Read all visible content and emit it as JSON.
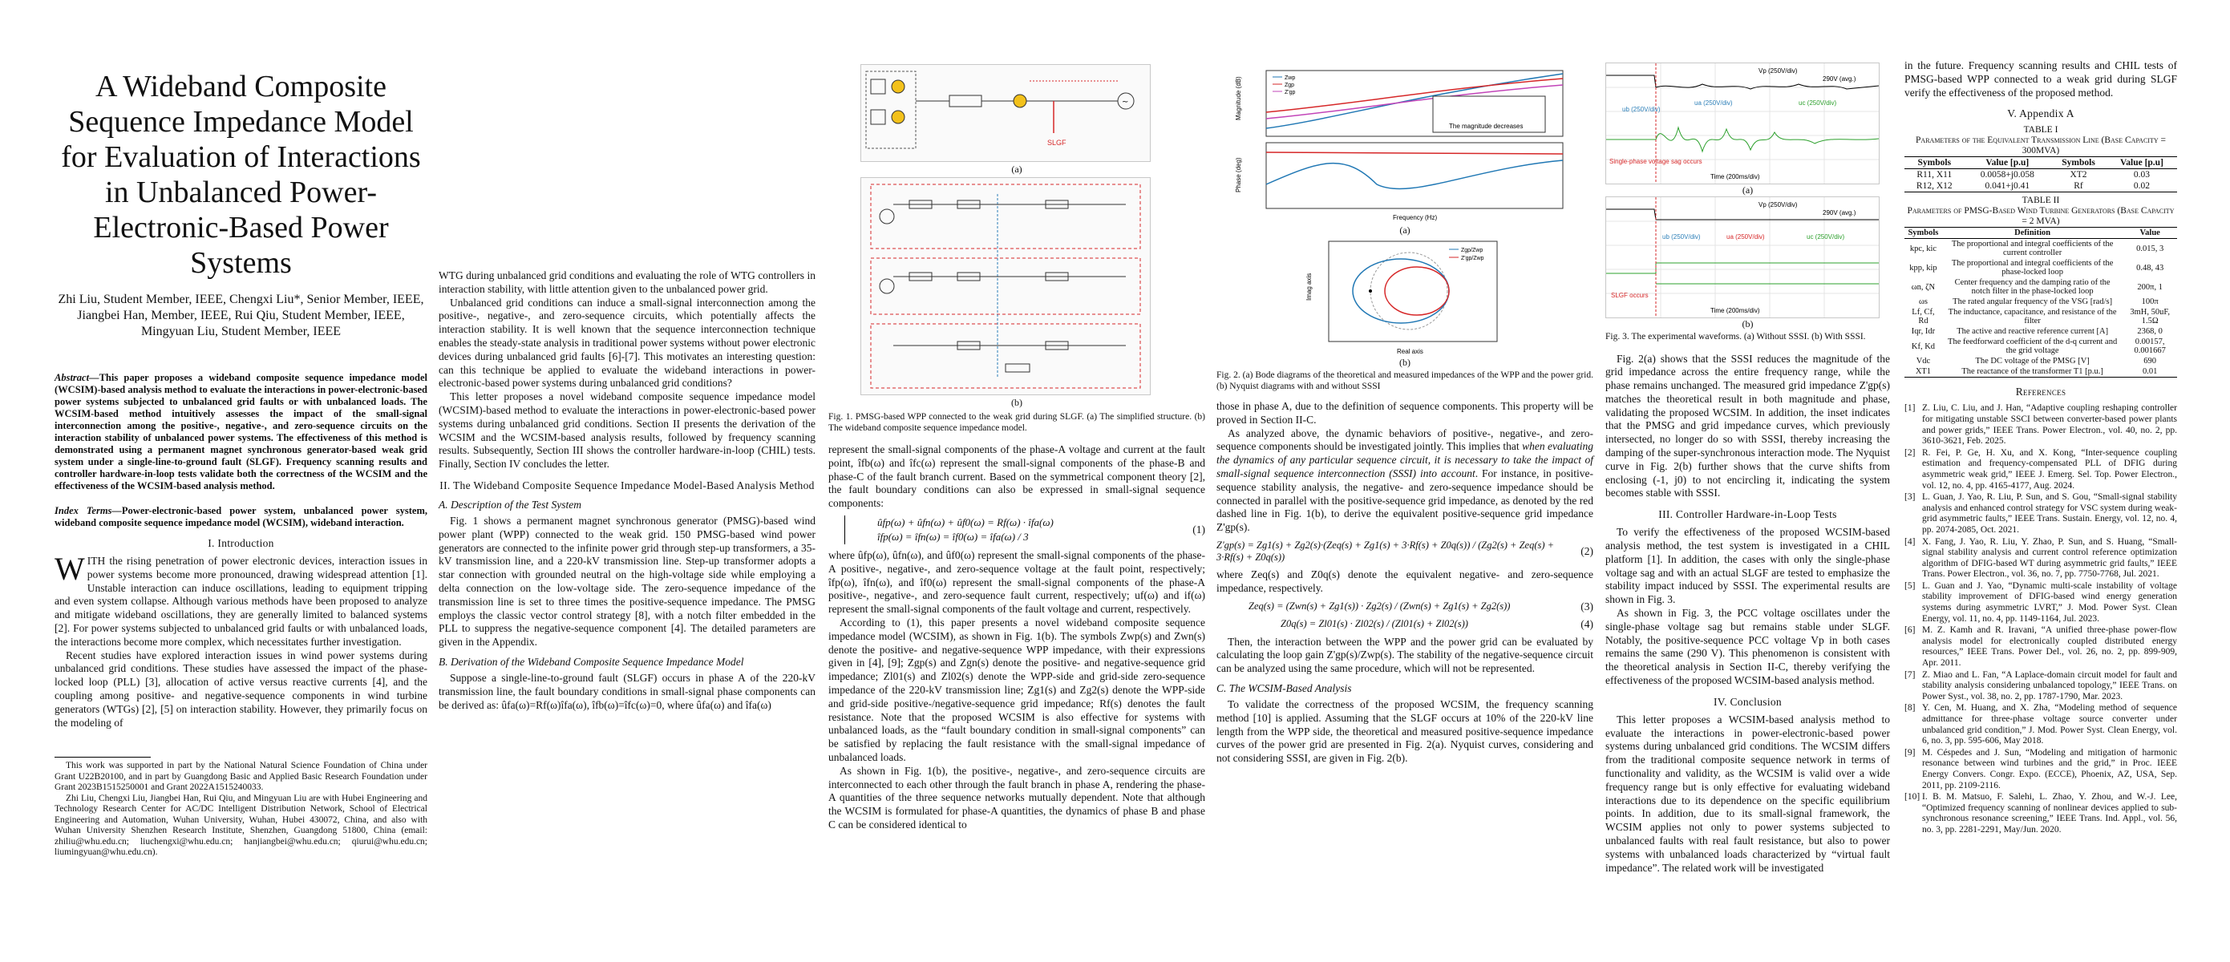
{
  "paper": {
    "title": "A Wideband Composite Sequence Impedance Model for Evaluation of Interactions in Unbalanced Power-Electronic-Based Power Systems",
    "authors": "Zhi Liu, Student Member, IEEE, Chengxi Liu*, Senior Member, IEEE, Jiangbei Han, Member, IEEE, Rui Qiu, Student Member, IEEE, Mingyuan Liu, Student Member, IEEE",
    "abstract_label": "Abstract—",
    "abstract": "This paper proposes a wideband composite sequence impedance model (WCSIM)-based analysis method to evaluate the interactions in power-electronic-based power systems subjected to unbalanced grid faults or with unbalanced loads. The WCSIM-based method intuitively assesses the impact of the small-signal interconnection among the positive-, negative-, and zero-sequence circuits on the interaction stability of unbalanced power systems. The effectiveness of this method is demonstrated using a permanent magnet synchronous generator-based weak grid system under a single-line-to-ground fault (SLGF). Frequency scanning results and controller hardware-in-loop tests validate both the correctness of the WCSIM and the effectiveness of the WCSIM-based analysis method.",
    "index_label": "Index Terms—",
    "index_terms": "Power-electronic-based power system, unbalanced power system, wideband composite sequence impedance model (WCSIM), wideband interaction.",
    "sec1": "I. Introduction",
    "intro_dropcap": "W",
    "intro_p1": "ITH the rising penetration of power electronic devices, interaction issues in power systems become more pronounced, drawing widespread attention [1]. Unstable interaction can induce oscillations, leading to equipment tripping and even system collapse. Although various methods have been proposed to analyze and mitigate wideband oscillations, they are generally limited to balanced systems [2]. For power systems subjected to unbalanced grid faults or with unbalanced loads, the interactions become more complex, which necessitates further investigation.",
    "intro_p2": "Recent studies have explored interaction issues in wind power systems during unbalanced grid conditions. These studies have assessed the impact of the phase-locked loop (PLL) [3], allocation of active versus reactive currents [4], and the coupling among positive- and negative-sequence components in wind turbine generators (WTGs) [2], [5] on interaction stability. However, they primarily focus on the modeling of",
    "footnote1": "This work was supported in part by the National Natural Science Foundation of China under Grant U22B20100, and in part by Guangdong Basic and Applied Basic Research Foundation under Grant 2023B1515250001 and Grant 2022A1515240033.",
    "footnote2": "Zhi Liu, Chengxi Liu, Jiangbei Han, Rui Qiu, and Mingyuan Liu are with Hubei Engineering and Technology Research Center for AC/DC Intelligent Distribution Network, School of Electrical Engineering and Automation, Wuhan University, Wuhan, Hubei 430072, China, and also with Wuhan University Shenzhen Research Institute, Shenzhen, Guangdong 51800, China (email: zhiliu@whu.edu.cn; liuchengxi@whu.edu.cn; hanjiangbei@whu.edu.cn; qiurui@whu.edu.cn; liumingyuan@whu.edu.cn).",
    "col2_p1": "WTG during unbalanced grid conditions and evaluating the role of WTG controllers in interaction stability, with little attention given to the unbalanced power grid.",
    "col2_p2": "Unbalanced grid conditions can induce a small-signal interconnection among the positive-, negative-, and zero-sequence circuits, which potentially affects the interaction stability. It is well known that the sequence interconnection technique enables the steady-state analysis in traditional power systems without power electronic devices during unbalanced grid faults [6]-[7]. This motivates an interesting question: can this technique be applied to evaluate the wideband interactions in power-electronic-based power systems during unbalanced grid conditions?",
    "col2_p3": "This letter proposes a novel wideband composite sequence impedance model (WCSIM)-based method to evaluate the interactions in power-electronic-based power systems during unbalanced grid conditions. Section II presents the derivation of the WCSIM and the WCSIM-based analysis results, followed by frequency scanning results. Subsequently, Section III shows the controller hardware-in-loop (CHIL) tests. Finally, Section IV concludes the letter.",
    "sec2": "II. The Wideband Composite Sequence Impedance Model-Based Analysis Method",
    "sub2a": "A. Description of the Test System",
    "col2_p4": "Fig. 1 shows a permanent magnet synchronous generator (PMSG)-based wind power plant (WPP) connected to the weak grid. 150 PMSG-based wind power generators are connected to the infinite power grid through step-up transformers, a 35-kV transmission line, and a 220-kV transmission line. Step-up transformer adopts a star connection with grounded neutral on the high-voltage side while employing a delta connection on the low-voltage side. The zero-sequence impedance of the transmission line is set to three times the positive-sequence impedance. The PMSG employs the classic vector control strategy [8], with a notch filter embedded in the PLL to suppress the negative-sequence component [4]. The detailed parameters are given in the Appendix.",
    "sub2b": "B. Derivation of the Wideband Composite Sequence Impedance Model",
    "col2_p5": "Suppose a single-line-to-ground fault (SLGF) occurs in phase A of the 220-kV transmission line, the fault boundary conditions in small-signal phase components can be derived as: ûfa(ω)=Rf(ω)îfa(ω), îfb(ω)=îfc(ω)=0, where ûfa(ω) and îfa(ω)",
    "fig1_cap": "Fig. 1. PMSG-based WPP connected to the weak grid during SLGF. (a) The simplified structure. (b) The wideband composite sequence impedance model.",
    "fig1_a": "(a)",
    "fig1_b": "(b)",
    "col3_p1": "represent the small-signal components of the phase-A voltage and current at the fault point, îfb(ω) and îfc(ω) represent the small-signal components of the phase-B and phase-C of the fault branch current. Based on the symmetrical component theory [2], the fault boundary conditions can also be expressed in small-signal sequence components:",
    "eq1_line1": "ûfp(ω) + ûfn(ω) + ûf0(ω) = Rf(ω) · îfa(ω)",
    "eq1_line2": "îfp(ω) = îfn(ω) = îf0(ω) = îfa(ω) / 3",
    "eq1_num": "(1)",
    "col3_p2": "where ûfp(ω), ûfn(ω), and ûf0(ω) represent the small-signal components of the phase-A positive-, negative-, and zero-sequence voltage at the fault point, respectively; îfp(ω), îfn(ω), and îf0(ω) represent the small-signal components of the phase-A positive-, negative-, and zero-sequence fault current, respectively; uf(ω) and if(ω) represent the small-signal components of the fault voltage and current, respectively.",
    "col3_p3": "According to (1), this paper presents a novel wideband composite sequence impedance model (WCSIM), as shown in Fig. 1(b). The symbols Zwp(s) and Zwn(s) denote the positive- and negative-sequence WPP impedance, with their expressions given in [4], [9]; Zgp(s) and Zgn(s) denote the positive- and negative-sequence grid impedance; Zl01(s) and Zl02(s) denote the WPP-side and grid-side zero-sequence impedance of the 220-kV transmission line; Zg1(s) and Zg2(s) denote the WPP-side and grid-side positive-/negative-sequence grid impedance; Rf(s) denotes the fault resistance. Note that the proposed WCSIM is also effective for systems with unbalanced loads, as the “fault boundary condition in small-signal components” can be satisfied by replacing the fault resistance with the small-signal impedance of unbalanced loads.",
    "col3_p4": "As shown in Fig. 1(b), the positive-, negative-, and zero-sequence circuits are interconnected to each other through the fault branch in phase A, rendering the phase-A quantities of the three sequence networks mutually dependent. Note that although the WCSIM is formulated for phase-A quantities, the dynamics of phase B and phase C can be considered identical to",
    "fig2_cap": "Fig. 2. (a) Bode diagrams of the theoretical and measured impedances of the WPP and the power grid. (b) Nyquist diagrams with and without SSSI",
    "fig2_a": "(a)",
    "fig2_b": "(b)",
    "bode_ylabel_mag": "Magnitude (dB)",
    "bode_ylabel_phase": "Phase (deg)",
    "bode_xlabel": "Frequency (Hz)",
    "bode_annot": "The magnitude decreases",
    "bode_legend": [
      "Zwp",
      "Zgp",
      "Z'gp"
    ],
    "nyq_ylabel": "Imag axis",
    "nyq_xlabel": "Real axis",
    "nyq_legend": [
      "Zgp/Zwp",
      "Z'gp/Zwp"
    ],
    "col4_p1": "those in phase A, due to the definition of sequence components. This property will be proved in Section II-C.",
    "col4_p2a": "As analyzed above, the dynamic behaviors of positive-, negative-, and zero-sequence components should be investigated jointly. This implies that ",
    "col4_p2b": "when evaluating the dynamics of any particular sequence circuit, it is necessary to take the impact of small-signal sequence interconnection (SSSI) into account",
    "col4_p2c": ". For instance, in positive-sequence stability analysis, the negative- and zero-sequence impedance should be connected in parallel with the positive-sequence grid impedance, as denoted by the red dashed line in Fig. 1(b), to derive the equivalent positive-sequence grid impedance Z'gp(s).",
    "eq2_lhs": "Z'gp(s) = Zg1(s) + Zg2(s)·(Zeq(s) + Zg1(s) + 3·Rf(s) + Z0q(s)) / (Zg2(s) + Zeq(s) + 3·Rf(s) + Z0q(s))",
    "eq2_num": "(2)",
    "col4_p3": "where Zeq(s) and Z0q(s) denote the equivalent negative- and zero-sequence impedance, respectively.",
    "eq3_lhs": "Zeq(s) = (Zwn(s) + Zg1(s)) · Zg2(s) / (Zwn(s) + Zg1(s) + Zg2(s))",
    "eq3_num": "(3)",
    "eq4_lhs": "Z0q(s) = Zl01(s) · Zl02(s) / (Zl01(s) + Zl02(s))",
    "eq4_num": "(4)",
    "col4_p4": "Then, the interaction between the WPP and the power grid can be evaluated by calculating the loop gain Z'gp(s)/Zwp(s). The stability of the negative-sequence circuit can be analyzed using the same procedure, which will not be represented.",
    "sub2c": "C. The WCSIM-Based Analysis",
    "col4_p5": "To validate the correctness of the proposed WCSIM, the frequency scanning method [10] is applied. Assuming that the SLGF occurs at 10% of the 220-kV line length from the WPP side, the theoretical and measured positive-sequence impedance curves of the power grid are presented in Fig. 2(a). Nyquist curves, considering and not considering SSSI, are given in Fig. 2(b).",
    "fig3_cap": "Fig. 3. The experimental waveforms. (a) Without SSSI. (b) With SSSI.",
    "fig3_a": "(a)",
    "fig3_b": "(b)",
    "wave_a_labels": [
      "Vp (250V/div)",
      "290V (avg.)",
      "ua (250V/div)",
      "ub (250V/div)",
      "uc (250V/div)",
      "Single-phase voltage sag occurs",
      "Time (200ms/div)"
    ],
    "wave_b_labels": [
      "Vp (250V/div)",
      "290V (avg.)",
      "ua (250V/div)",
      "ub (250V/div)",
      "uc (250V/div)",
      "SLGF occurs",
      "Time (200ms/div)"
    ],
    "col5_p1": "Fig. 2(a) shows that the SSSI reduces the magnitude of the grid impedance across the entire frequency range, while the phase remains unchanged. The measured grid impedance Z'gp(s) matches the theoretical result in both magnitude and phase, validating the proposed WCSIM. In addition, the inset indicates that the PMSG and grid impedance curves, which previously intersected, no longer do so with SSSI, thereby increasing the damping of the super-synchronous interaction mode. The Nyquist curve in Fig. 2(b) further shows that the curve shifts from enclosing (-1, j0) to not encircling it, indicating the system becomes stable with SSSI.",
    "sec3": "III. Controller Hardware-in-Loop Tests",
    "col5_p2": "To verify the effectiveness of the proposed WCSIM-based analysis method, the test system is investigated in a CHIL platform [1]. In addition, the cases with only the single-phase voltage sag and with an actual SLGF are tested to emphasize the stability impact induced by SSSI. The experimental results are shown in Fig. 3.",
    "col5_p3": "As shown in Fig. 3, the PCC voltage oscillates under the single-phase voltage sag but remains stable under SLGF. Notably, the positive-sequence PCC voltage Vp in both cases remains the same (290 V). This phenomenon is consistent with the theoretical analysis in Section II-C, thereby verifying the effectiveness of the proposed WCSIM-based analysis method.",
    "sec4": "IV. Conclusion",
    "col5_p4": "This letter proposes a WCSIM-based analysis method to evaluate the interactions in power-electronic-based power systems during unbalanced grid conditions. The WCSIM differs from the traditional composite sequence network in terms of functionality and validity, as the WCSIM is valid over a wide frequency range but is only effective for evaluating wideband interactions due to its dependence on the specific equilibrium points. In addition, due to its small-signal framework, the WCSIM applies not only to power systems subjected to unbalanced faults with real fault resistance, but also to power systems with unbalanced loads characterized by “virtual fault impedance”. The related work will be investigated",
    "col6_p1": "in the future. Frequency scanning results and CHIL tests of PMSG-based WPP connected to a weak grid during SLGF verify the effectiveness of the proposed method.",
    "sec5": "V. Appendix A",
    "table1_title": "TABLE I",
    "table1_caption": "Parameters of the Equivalent Transmission Line (Base Capacity = 300MVA)",
    "table1_headers": [
      "Symbols",
      "Value [p.u]",
      "Symbols",
      "Value [p.u]"
    ],
    "table1_rows": [
      [
        "R11, X11",
        "0.0058+j0.058",
        "XT2",
        "0.03"
      ],
      [
        "R12, X12",
        "0.041+j0.41",
        "Rf",
        "0.02"
      ]
    ],
    "table2_title": "TABLE II",
    "table2_caption": "Parameters of PMSG-Based Wind Turbine Generators (Base Capacity = 2 MVA)",
    "table2_headers": [
      "Symbols",
      "Definition",
      "Value"
    ],
    "table2_rows": [
      [
        "kpc, kic",
        "The proportional and integral coefficients of the current controller",
        "0.015, 3"
      ],
      [
        "kpp, kip",
        "The proportional and integral coefficients of the phase-locked loop",
        "0.48, 43"
      ],
      [
        "ωn, ζN",
        "Center frequency and the damping ratio of the notch filter in the phase-locked loop",
        "200π, 1"
      ],
      [
        "ωs",
        "The rated angular frequency of the VSG [rad/s]",
        "100π"
      ],
      [
        "Lf, Cf, Rd",
        "The inductance, capacitance, and resistance of the filter",
        "3mH, 50uF, 1.5Ω"
      ],
      [
        "Iqr, Idr",
        "The active and reactive reference current [A]",
        "2368, 0"
      ],
      [
        "Kf, Kd",
        "The feedforward coefficient of the d-q current and the grid voltage",
        "0.00157, 0.001667"
      ],
      [
        "Vdc",
        "The DC voltage of the PMSG [V]",
        "690"
      ],
      [
        "XT1",
        "The reactance of the transformer T1 [p.u.]",
        "0.01"
      ]
    ],
    "refs_title": "References",
    "references": [
      [
        "[1]",
        "Z. Liu, C. Liu, and J. Han, “Adaptive coupling reshaping controller for mitigating unstable SSCI between converter-based power plants and power grids,” IEEE Trans. Power Electron., vol. 40, no. 2, pp. 3610-3621, Feb. 2025."
      ],
      [
        "[2]",
        "R. Fei, P. Ge, H. Xu, and X. Kong, “Inter-sequence coupling estimation and frequency-compensated PLL of DFIG during asymmetric weak grid,” IEEE J. Emerg. Sel. Top. Power Electron., vol. 12, no. 4, pp. 4165-4177, Aug. 2024."
      ],
      [
        "[3]",
        "L. Guan, J. Yao, R. Liu, P. Sun, and S. Gou, “Small-signal stability analysis and enhanced control strategy for VSC system during weak-grid asymmetric faults,” IEEE Trans. Sustain. Energy, vol. 12, no. 4, pp. 2074-2085, Oct. 2021."
      ],
      [
        "[4]",
        "X. Fang, J. Yao, R. Liu, Y. Zhao, P. Sun, and S. Huang, “Small-signal stability analysis and current control reference optimization algorithm of DFIG-based WT during asymmetric grid faults,” IEEE Trans. Power Electron., vol. 36, no. 7, pp. 7750-7768, Jul. 2021."
      ],
      [
        "[5]",
        "L. Guan and J. Yao, “Dynamic multi-scale instability of voltage stability improvement of DFIG-based wind energy generation systems during asymmetric LVRT,” J. Mod. Power Syst. Clean Energy, vol. 11, no. 4, pp. 1149-1164, Jul. 2023."
      ],
      [
        "[6]",
        "M. Z. Kamh and R. Iravani, “A unified three-phase power-flow analysis model for electronically coupled distributed energy resources,” IEEE Trans. Power Del., vol. 26, no. 2, pp. 899-909, Apr. 2011."
      ],
      [
        "[7]",
        "Z. Miao and L. Fan, “A Laplace-domain circuit model for fault and stability analysis considering unbalanced topology,” IEEE Trans. on Power Syst., vol. 38, no. 2, pp. 1787-1790, Mar. 2023."
      ],
      [
        "[8]",
        "Y. Cen, M. Huang, and X. Zha, “Modeling method of sequence admittance for three-phase voltage source converter under unbalanced grid condition,” J. Mod. Power Syst. Clean Energy, vol. 6, no. 3, pp. 595-606, May 2018."
      ],
      [
        "[9]",
        "M. Céspedes and J. Sun, “Modeling and mitigation of harmonic resonance between wind turbines and the grid,” in Proc. IEEE Energy Convers. Congr. Expo. (ECCE), Phoenix, AZ, USA, Sep. 2011, pp. 2109-2116."
      ],
      [
        "[10]",
        "I. B. M. Matsuo, F. Salehi, L. Zhao, Y. Zhou, and W.-J. Lee, “Optimized frequency scanning of nonlinear devices applied to sub-synchronous resonance screening,” IEEE Trans. Ind. Appl., vol. 56, no. 3, pp. 2281-2291, May/Jun. 2020."
      ]
    ]
  },
  "colors": {
    "link": "#1f6fb2",
    "fault_red": "#d62728",
    "zero_seq_red": "#e05050",
    "blue": "#2c7fb8"
  }
}
